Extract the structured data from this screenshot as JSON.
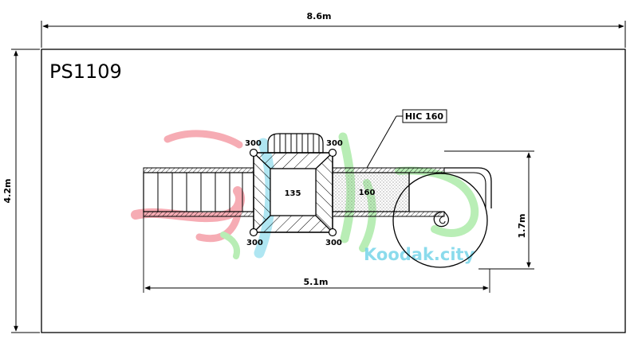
{
  "model": "PS1109",
  "dimensions": {
    "overall_width": "8.6m",
    "overall_depth": "4.2m",
    "structure_length": "5.1m",
    "structure_depth": "1.7m"
  },
  "posts": [
    "300",
    "300",
    "300",
    "300"
  ],
  "platforms": {
    "tower": "135",
    "tunnel": "160"
  },
  "callout": "HIC 160",
  "watermark": {
    "latin": "Koodak.city"
  },
  "colors": {
    "line": "#000000",
    "watermark_red": "#f06a78",
    "watermark_green": "#7fe07a",
    "watermark_cyan": "#6fd3e8"
  }
}
